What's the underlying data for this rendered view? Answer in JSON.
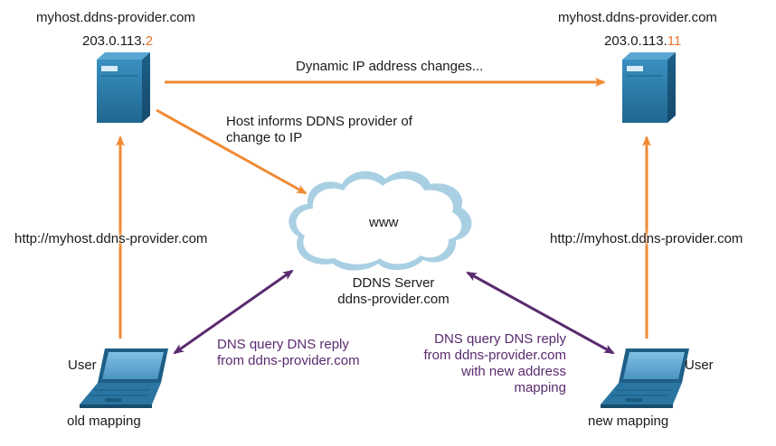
{
  "left_server": {
    "hostname": "myhost.ddns-provider.com",
    "ip_prefix": "203.0.113.",
    "ip_suffix": "2"
  },
  "right_server": {
    "hostname": "myhost.ddns-provider.com",
    "ip_prefix": "203.0.113.",
    "ip_suffix": "11"
  },
  "labels": {
    "ip_change": "Dynamic IP address changes...",
    "host_informs_line1": "Host informs DDNS provider of",
    "host_informs_line2": "change to IP",
    "cloud_text": "www",
    "ddns_server_line1": "DDNS Server",
    "ddns_server_line2": "ddns-provider.com",
    "left_url": "http://myhost.ddns-provider.com",
    "right_url": "http://myhost.ddns-provider.com",
    "left_dns_line1": "DNS query DNS reply",
    "left_dns_line2": "from ddns-provider.com",
    "right_dns_line1": "DNS query DNS reply",
    "right_dns_line2": "from ddns-provider.com",
    "right_dns_line3": "with new address",
    "right_dns_line4": "mapping",
    "left_user": "User",
    "right_user": "User",
    "left_mapping": "old mapping",
    "right_mapping": "new mapping"
  },
  "colors": {
    "orange_arrow": "#f08a33",
    "purple_arrow": "#5a2a6e",
    "ip_highlight": "#e8762b",
    "server_blue": "#2d7aa6",
    "cloud_outline": "#a9cfe3"
  },
  "icons": {
    "server": "server-icon",
    "cloud": "cloud-icon",
    "laptop": "laptop-icon"
  }
}
